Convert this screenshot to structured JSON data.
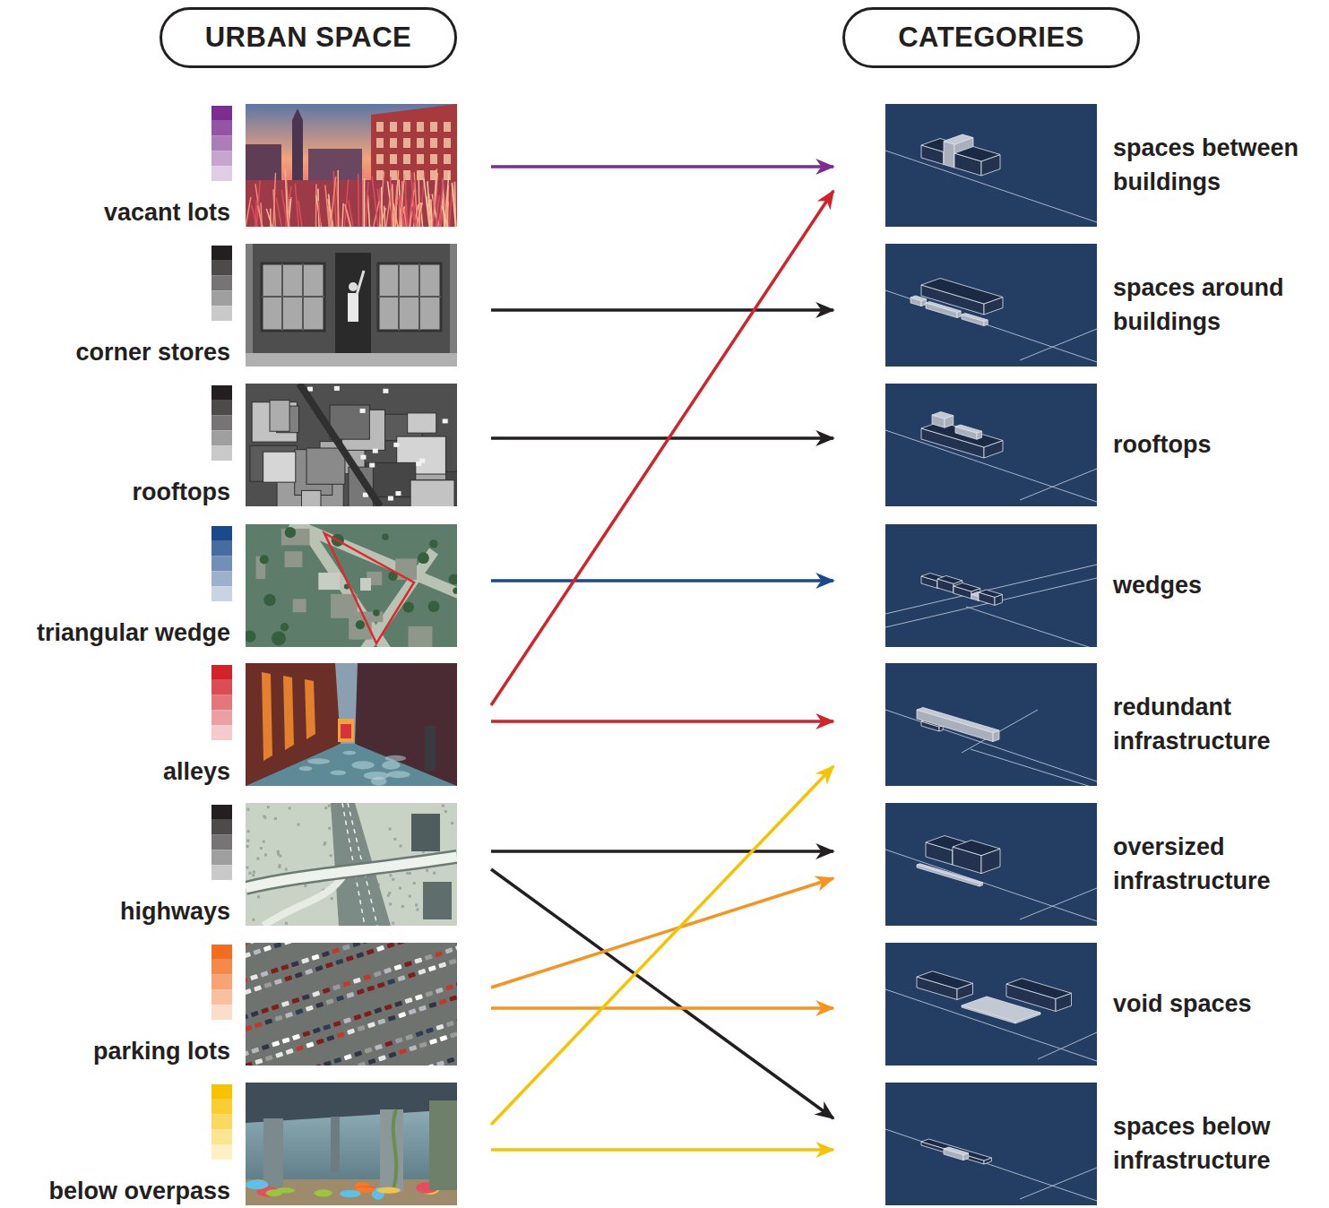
{
  "diagram": {
    "nodes": [
      {
        "text": [
          "URBAN SPACE"
        ]
      },
      {
        "text": [
          "CATEGORIES"
        ]
      },
      {
        "text": [
          "vacant lots"
        ]
      },
      {
        "text": [
          "spaces between buildings"
        ]
      },
      {
        "text": [
          "corner stores"
        ]
      },
      {
        "text": [
          "spaces around buildings"
        ]
      },
      {
        "text": [
          "rooftops"
        ]
      },
      {
        "text": [
          "rooftops"
        ]
      },
      {
        "text": [
          "triangular wedge"
        ]
      },
      {
        "text": [
          "wedges"
        ]
      },
      {
        "text": [
          "alleys"
        ]
      },
      {
        "text": [
          "redundant infrastructure"
        ]
      },
      {
        "text": [
          "highways"
        ]
      },
      {
        "text": [
          "oversized infrastructure"
        ]
      },
      {
        "text": [
          "parking lots"
        ]
      },
      {
        "text": [
          "void spaces"
        ]
      },
      {
        "text": [
          "below overpass"
        ]
      },
      {
        "text": [
          "spaces below infrastructure"
        ]
      }
    ],
    "edges": [
      {
        "from": 2,
        "to": 3,
        "arrow": "to"
      },
      {
        "from": 4,
        "to": 5,
        "arrow": "to"
      },
      {
        "from": 6,
        "to": 7,
        "arrow": "to"
      },
      {
        "from": 8,
        "to": 9,
        "arrow": "to"
      },
      {
        "from": 10,
        "to": 3,
        "arrow": "to"
      },
      {
        "from": 10,
        "to": 11,
        "arrow": "to"
      },
      {
        "from": 12,
        "to": 13,
        "arrow": "to"
      },
      {
        "from": 12,
        "to": 17,
        "arrow": "to"
      },
      {
        "from": 14,
        "to": 13,
        "arrow": "to"
      },
      {
        "from": 14,
        "to": 15,
        "arrow": "to"
      },
      {
        "from": 16,
        "to": 11,
        "arrow": "to"
      },
      {
        "from": 16,
        "to": 17,
        "arrow": "to"
      }
    ]
  }
}
